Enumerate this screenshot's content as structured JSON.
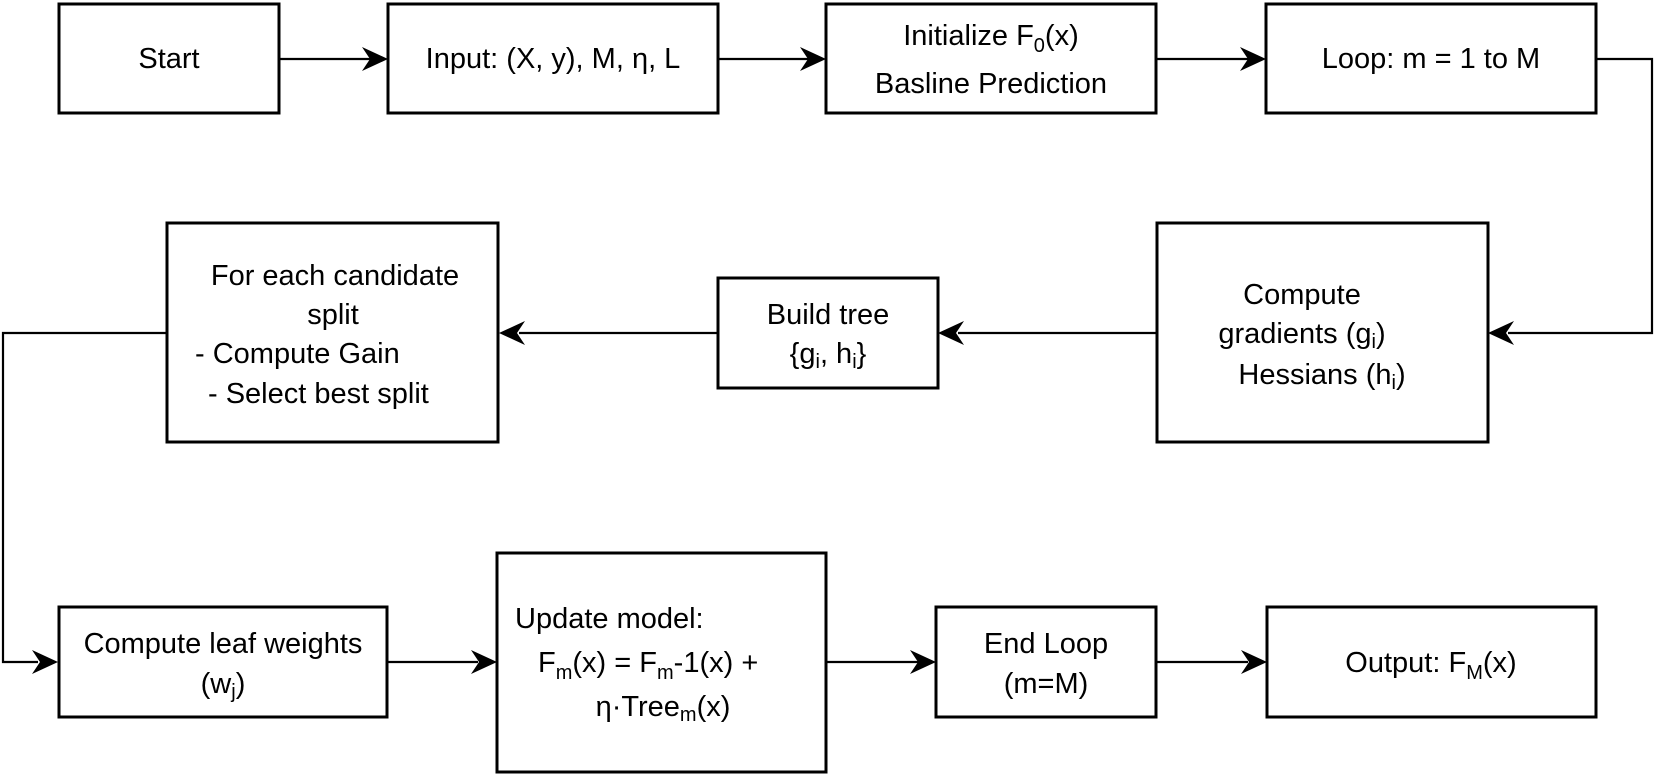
{
  "diagram": {
    "nodes": {
      "start": {
        "line1": "Start"
      },
      "input": {
        "line1": "Input: (X, y), M, η, L"
      },
      "init": {
        "line1_main": "Initialize F",
        "line1_sub": "0",
        "line1_tail": "(x)",
        "line2": "Basline Prediction"
      },
      "loop": {
        "line1": "Loop: m = 1 to M"
      },
      "gradients": {
        "line1": "Compute",
        "line2_main": "gradients (g",
        "line2_sub": "i",
        "line2_tail": ")",
        "line3_main": "Hessians (h",
        "line3_sub": "i",
        "line3_tail": ")"
      },
      "build_tree": {
        "line1": "Build tree",
        "line2_a": "{g",
        "line2_a_sub": "i",
        "line2_b": ", h",
        "line2_b_sub": "i",
        "line2_c": "}"
      },
      "split": {
        "line1": "For each candidate",
        "line2": "split",
        "line3": "- Compute Gain",
        "line4": "- Select best split"
      },
      "leaf_weights": {
        "line1": "Compute leaf weights",
        "line2_main": "(w",
        "line2_sub": "j",
        "line2_tail": ")"
      },
      "update": {
        "line1": "Update model:",
        "line2_a": "F",
        "line2_a_sub": "m",
        "line2_b": "(x) = F",
        "line2_b_sub": "m",
        "line2_c": "-1(x) +",
        "line3_main": "η·Tree",
        "line3_sub": "m",
        "line3_tail": "(x)"
      },
      "end_loop": {
        "line1": "End Loop",
        "line2": "(m=M)"
      },
      "output": {
        "line1_main": "Output: F",
        "line1_sub": "M",
        "line1_tail": "(x)"
      }
    },
    "edges": [
      {
        "from": "start",
        "to": "input"
      },
      {
        "from": "input",
        "to": "init"
      },
      {
        "from": "init",
        "to": "loop"
      },
      {
        "from": "loop",
        "to": "gradients"
      },
      {
        "from": "gradients",
        "to": "build_tree"
      },
      {
        "from": "build_tree",
        "to": "split"
      },
      {
        "from": "split",
        "to": "leaf_weights"
      },
      {
        "from": "leaf_weights",
        "to": "update"
      },
      {
        "from": "update",
        "to": "end_loop"
      },
      {
        "from": "end_loop",
        "to": "output"
      }
    ]
  }
}
